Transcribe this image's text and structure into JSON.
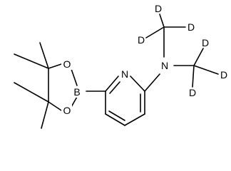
{
  "molecule": {
    "atoms": {
      "n_ring": "N",
      "n_amine": "N",
      "boron": "B",
      "o_top": "O",
      "o_bottom": "O",
      "d1": "D",
      "d2": "D",
      "d3": "D",
      "d4": "D",
      "d5": "D",
      "d6": "D"
    }
  }
}
